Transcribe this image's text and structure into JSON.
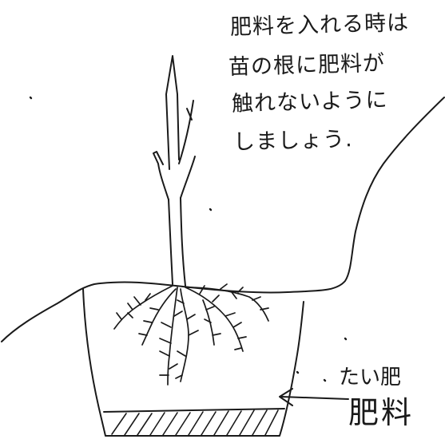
{
  "note": {
    "lines": [
      "肥料を入れる時は",
      "苗の根に肥料が",
      "触れないように",
      "しましょう."
    ]
  },
  "labels": {
    "fertilizer_top": "たい肥",
    "fertilizer_bottom": "肥料"
  },
  "colors": {
    "ink": "#1a1a1a",
    "paper": "#ffffff"
  }
}
